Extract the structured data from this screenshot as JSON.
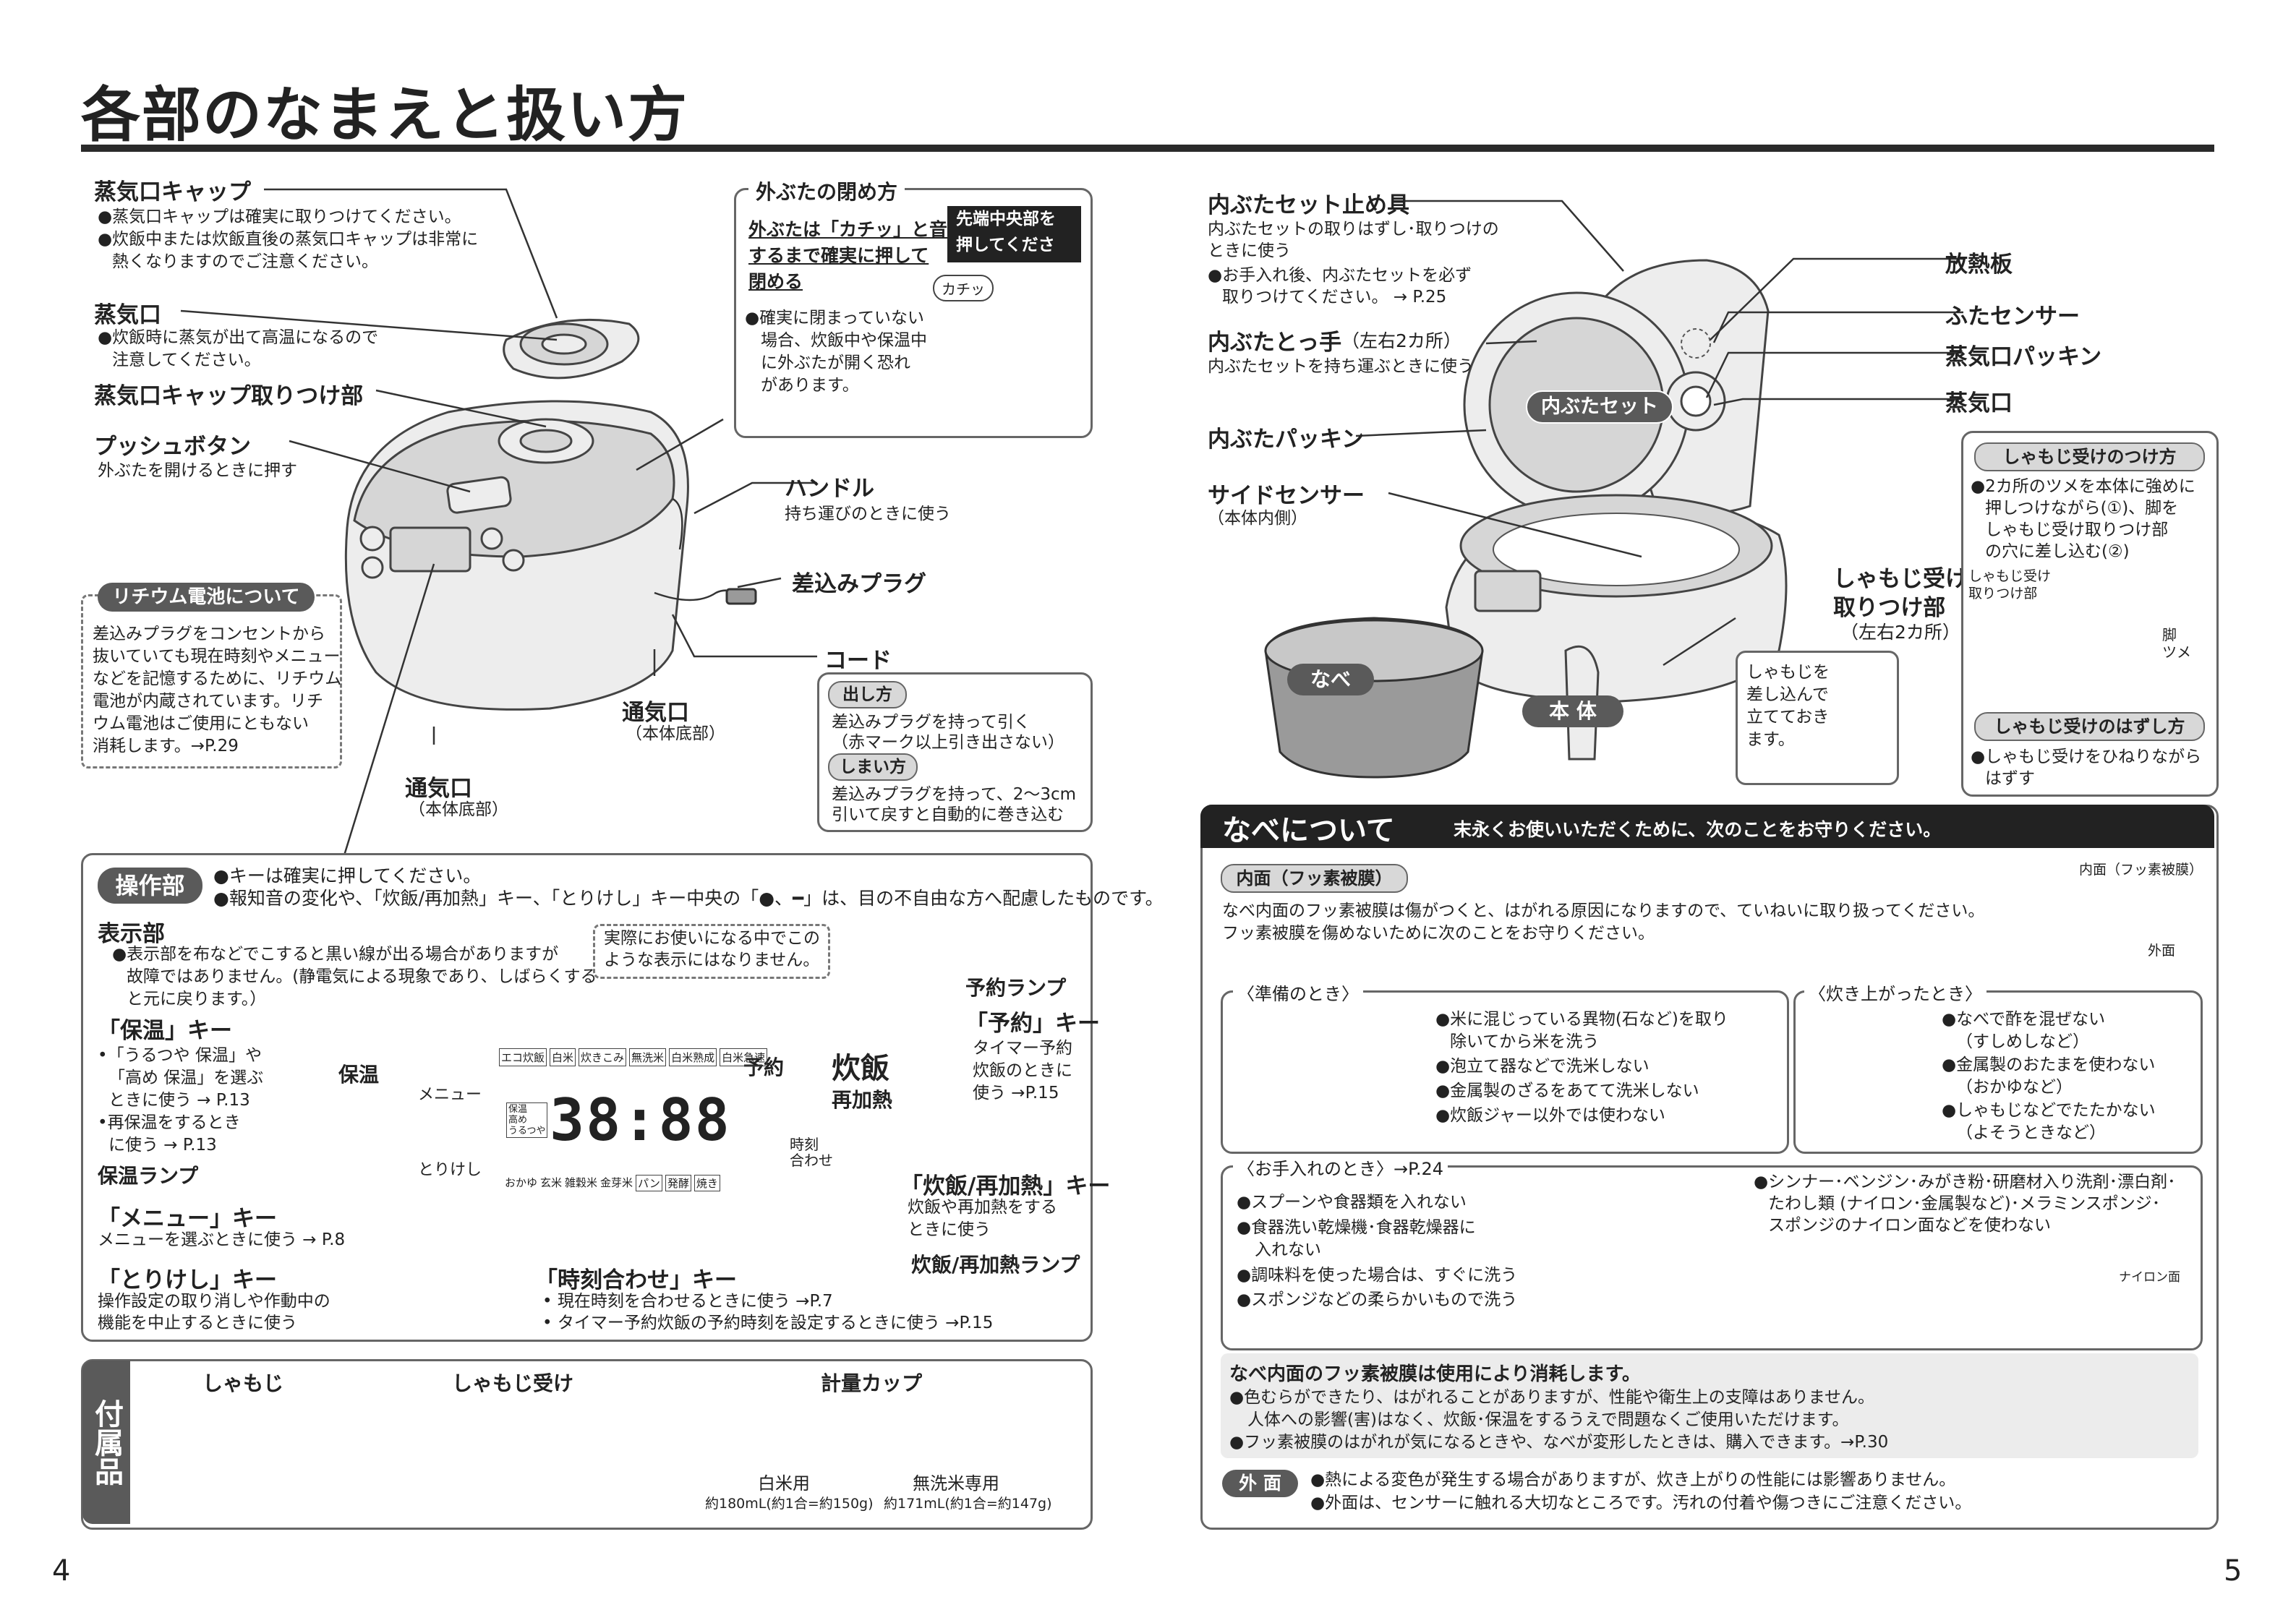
{
  "title": "各部のなまえと扱い方",
  "left": {
    "steam_cap": {
      "label": "蒸気口キャップ",
      "notes": [
        "●蒸気口キャップは確実に取りつけてください。",
        "●炊飯中または炊飯直後の蒸気口キャップは非常に",
        "熱くなりますのでご注意ください。"
      ]
    },
    "steam_vent": {
      "label": "蒸気口",
      "notes": [
        "●炊飯時に蒸気が出て高温になるので",
        "注意してください。"
      ]
    },
    "cap_mount": {
      "label": "蒸気口キャップ取りつけ部"
    },
    "push_button": {
      "label": "プッシュボタン",
      "note": "外ぶたを開けるときに押す"
    },
    "lid_close": {
      "title": "外ぶたの閉め方",
      "lines": [
        "外ぶたは「カチッ」と音が",
        "するまで確実に押して",
        "閉める"
      ],
      "callout": [
        "先端中央部を",
        "押してください。"
      ],
      "click": "カチッ",
      "notes": [
        "●確実に閉まっていない",
        "場合、炊飯中や保温中",
        "に外ぶたが開く恐れ",
        "があります。"
      ]
    },
    "handle": {
      "label": "ハンドル",
      "note": "持ち運びのときに使う"
    },
    "plug": {
      "label": "差込みプラグ"
    },
    "cord": {
      "label": "コード",
      "out_title": "出し方",
      "out_notes": [
        "差込みプラグを持って引く",
        "（赤マーク以上引き出さない）"
      ],
      "in_title": "しまい方",
      "in_notes": [
        "差込みプラグを持って、2〜3cm",
        "引いて戻すと自動的に巻き込む"
      ]
    },
    "battery": {
      "title": "リチウム電池について",
      "lines": [
        "差込みプラグをコンセントから",
        "抜いていても現在時刻やメニュー",
        "などを記憶するために、リチウム",
        "電池が内蔵されています。リチ",
        "ウム電池はご使用にともない",
        "消耗します。→P.29"
      ]
    },
    "vent_bottom": {
      "label": "通気口",
      "note": "（本体底部）"
    },
    "vent_bottom2": {
      "label": "通気口",
      "note": "（本体底部）"
    },
    "ops": {
      "badge": "操作部",
      "head_notes": [
        "●キーは確実に押してください。",
        "●報知音の変化や、「炊飯/再加熱」キー、「とりけし」キー中央の「●、━」は、目の不自由な方へ配慮したものです。"
      ],
      "display": {
        "label": "表示部",
        "notes": [
          "●表示部を布などでこすると黒い線が出る場合がありますが",
          "故障ではありません。(静電気による現象であり、しばらくする",
          "と元に戻ります。）"
        ]
      },
      "dashed_note": [
        "実際にお使いになる中でこの",
        "ような表示にはなりません。"
      ],
      "hoon": {
        "label": "「保温」キー",
        "notes": [
          "•「うるつや 保温」や",
          "「高め 保温」を選ぶ",
          "ときに使う → P.13",
          "•再保温をするとき",
          "に使う → P.13"
        ]
      },
      "hoon_lamp": "保温ランプ",
      "menu": {
        "label": "「メニュー」キー",
        "note": "メニューを選ぶときに使う → P.8"
      },
      "cancel": {
        "label": "「とりけし」キー",
        "notes": [
          "操作設定の取り消しや作動中の",
          "機能を中止するときに使う"
        ]
      },
      "clock": {
        "label": "「時刻合わせ」キー",
        "notes": [
          "• 現在時刻を合わせるときに使う →P.7",
          "• タイマー予約炊飯の予約時刻を設定するときに使う →P.15"
        ]
      },
      "timer_lamp": "予約ランプ",
      "timer_key": {
        "label": "「予約」キー",
        "notes": [
          "タイマー予約",
          "炊飯のときに",
          "使う →P.15"
        ]
      },
      "cook_key": {
        "label": "「炊飯/再加熱」キー",
        "notes": [
          "炊飯や再加熱をする",
          "ときに使う"
        ]
      },
      "cook_lamp": "炊飯/再加熱ランプ",
      "panel": {
        "btn_hoon": "保温",
        "btn_menu": "メニュー",
        "btn_cancel": "とりけし",
        "btn_timer": "予約",
        "btn_cook_main": "炊飯",
        "btn_cook_sub": "再加熱",
        "clock_label": [
          "時刻",
          "合わせ"
        ],
        "digits": "38:88",
        "menu_top": [
          "エコ炊飯",
          "白米",
          "炊きこみ",
          "無洗米",
          "白米熟成",
          "白米急速"
        ],
        "menu_bottom": [
          "おかゆ",
          "玄米",
          "雑穀米",
          "金芽米",
          "パン",
          "発酵",
          "焼き"
        ],
        "lcd_left": [
          "保温",
          "高め",
          "うるつや"
        ]
      }
    },
    "accessories": {
      "side": "付属品",
      "shamoji": "しゃもじ",
      "holder": "しゃもじ受け",
      "cup": "計量カップ",
      "cup_white": "白米用",
      "cup_white_vol": "約180mL(約1合=約150g)",
      "cup_musen": "無洗米専用",
      "cup_musen_vol": "約171mL(約1合=約147g)"
    },
    "page": "4"
  },
  "right": {
    "inner_stopper": {
      "label": "内ぶたセット止め具",
      "notes": [
        "内ぶたセットの取りはずし･取りつけの",
        "ときに使う",
        "●お手入れ後、内ぶたセットを必ず",
        "取りつけてください。 → P.25"
      ]
    },
    "inner_handle": {
      "label": "内ぶたとっ手",
      "sub": "（左右2カ所）",
      "note": "内ぶたセットを持ち運ぶときに使う"
    },
    "inner_packing": {
      "label": "内ぶたパッキン"
    },
    "side_sensor": {
      "label": "サイドセンサー",
      "note": "（本体内側）"
    },
    "radiator": "放熱板",
    "lid_sensor": "ふたセンサー",
    "steam_packing": "蒸気口パッキン",
    "steam_vent": "蒸気口",
    "inner_lid_set": "内ぶたセット",
    "pot": "なべ",
    "body": "本 体",
    "holder_mount": {
      "lines": [
        "しゃもじ受け",
        "取りつけ部"
      ],
      "sub": "（左右2カ所）"
    },
    "stand_note": [
      "しゃもじを",
      "差し込んで",
      "立てておき",
      "ます。"
    ],
    "attach": {
      "title": "しゃもじ受けのつけ方",
      "lines": [
        "●2カ所のツメを本体に強めに",
        "押しつけながら(①)、脚を",
        "しゃもじ受け取りつけ部",
        "の穴に差し込む(②)"
      ],
      "fig_label": [
        "しゃもじ受け",
        "取りつけ部"
      ],
      "leg": "脚",
      "claw": "ツメ"
    },
    "detach": {
      "title": "しゃもじ受けのはずし方",
      "lines": [
        "●しゃもじ受けをひねりながら",
        "はずす"
      ]
    },
    "pot_section": {
      "title": "なべについて",
      "subtitle": "末永くお使いいただくために、次のことをお守りください。",
      "inner_badge": "内面（フッ素被膜）",
      "intro": [
        "なべ内面のフッ素被膜は傷がつくと、はがれる原因になりますので、ていねいに取り扱ってください。",
        "フッ素被膜を傷めないために次のことをお守りください。"
      ],
      "fig_inner": "内面（フッ素被膜）",
      "fig_outer": "外面",
      "prep": {
        "title": "〈準備のとき〉",
        "items": [
          "●米に混じっている異物(石など)を取り",
          "除いてから米を洗う",
          "●泡立て器などで洗米しない",
          "●金属製のざるをあてて洗米しない",
          "●炊飯ジャー以外では使わない"
        ]
      },
      "done": {
        "title": "〈炊き上がったとき〉",
        "items": [
          "●なべで酢を混ぜない",
          "（すしめしなど）",
          "●金属製のおたまを使わない",
          "（おかゆなど）",
          "●しゃもじなどでたたかない",
          "（よそうときなど）"
        ]
      },
      "care": {
        "title": "〈お手入れのとき〉→P.24",
        "items": [
          "●スプーンや食器類を入れない",
          "●食器洗い乾燥機･食器乾燥器に",
          "入れない",
          "●調味料を使った場合は、すぐに洗う",
          "●スポンジなどの柔らかいもので洗う"
        ],
        "right_items": [
          "●シンナー･ベンジン･みがき粉･研磨材入り洗剤･漂白剤･",
          "たわし類 (ナイロン･金属製など)･メラミンスポンジ･",
          "スポンジのナイロン面などを使わない"
        ],
        "nylon": "ナイロン面"
      },
      "wear": {
        "title": "なべ内面のフッ素被膜は使用により消耗します。",
        "items": [
          "●色むらができたり、はがれることがありますが、性能や衛生上の支障はありません。",
          "人体への影響(害)はなく、炊飯･保温をするうえで問題なくご使用いただけます。",
          "●フッ素被膜のはがれが気になるときや、なべが変形したときは、購入できます。→P.30"
        ]
      },
      "outer_badge": "外 面",
      "outer_items": [
        "●熱による変色が発生する場合がありますが、炊き上がりの性能には影響ありません。",
        "●外面は、センサーに触れる大切なところです。汚れの付着や傷つきにご注意ください。"
      ]
    },
    "page": "5"
  }
}
